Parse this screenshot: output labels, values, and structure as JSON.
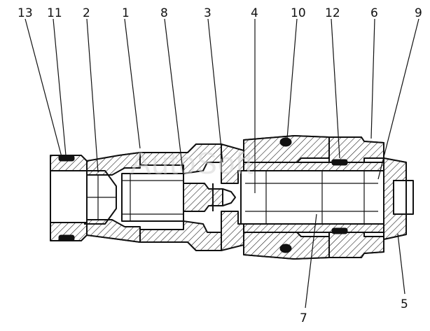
{
  "watermark": "AutoSoft",
  "callouts_top": [
    "13",
    "11",
    "2",
    "1",
    "8",
    "3",
    "4",
    "10",
    "12",
    "6",
    "9"
  ],
  "callouts_right": [
    "5"
  ],
  "callouts_bottom": [
    "7"
  ],
  "colors": {
    "ink": "#111111",
    "background": "#ffffff",
    "watermark": "#d4d4d4"
  }
}
